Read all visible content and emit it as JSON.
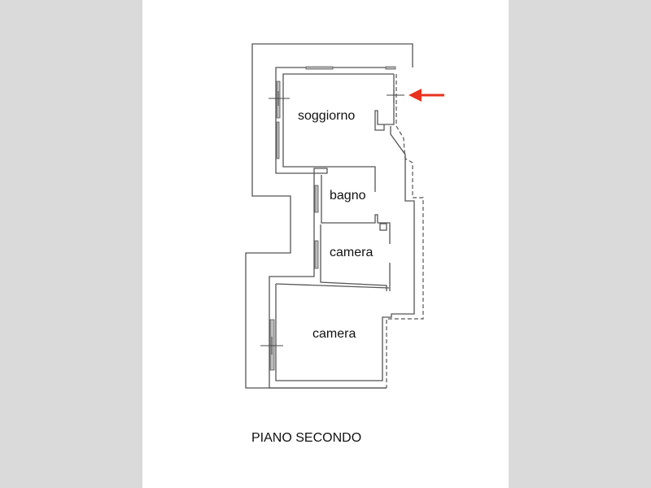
{
  "rooms": {
    "soggiorno": "soggiorno",
    "bagno": "bagno",
    "camera_1": "camera",
    "camera_2": "camera"
  },
  "title": "PIANO SECONDO",
  "colors": {
    "arrow": "#e8321e",
    "walls": "#555555",
    "margin": "#dadada"
  }
}
